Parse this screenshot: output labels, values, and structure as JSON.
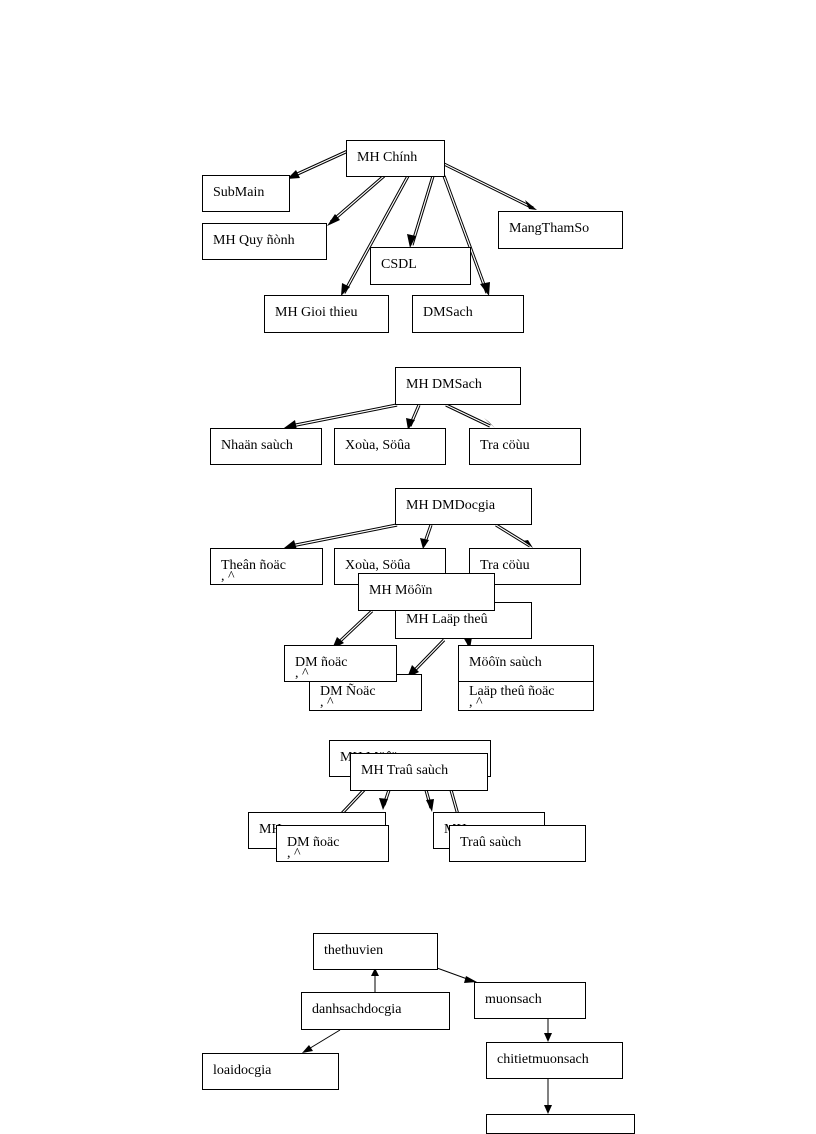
{
  "diagram1": {
    "root": "MH Chính",
    "children": [
      "SubMain",
      "MH Quy ñònh",
      "MH Gioi thieu",
      "CSDL",
      "DMSach",
      "MangThamSo"
    ]
  },
  "diagram2": {
    "root": "MH DMSach",
    "children": [
      "Nhaän saùch",
      "Xoùa, Söûa",
      "Tra cöùu"
    ]
  },
  "diagram3": {
    "root": "MH DMDocgia",
    "children": [
      "Theân ñoäc",
      "Xoùa, Söûa",
      "Tra cöùu"
    ],
    "overlay_root": "MH Möôïn",
    "overlay_mid": "MH Laäp theû",
    "overlay_children": [
      "DM ñoäc",
      "DM Ñoäc",
      "Möôïn saùch",
      "Laäp theû ñoäc"
    ],
    "fragment": ", ^"
  },
  "diagram4": {
    "root_back": "MH Möôïn",
    "root": "MH Traû saùch",
    "children_back": [
      "MH",
      "MH"
    ],
    "children": [
      "DM ñoäc",
      "Traû saùch"
    ],
    "fragment": ", ^"
  },
  "diagram5": {
    "entities": [
      "thethuvien",
      "danhsachdocgia",
      "muonsach",
      "loaidocgia",
      "chitietmuonsach"
    ]
  }
}
